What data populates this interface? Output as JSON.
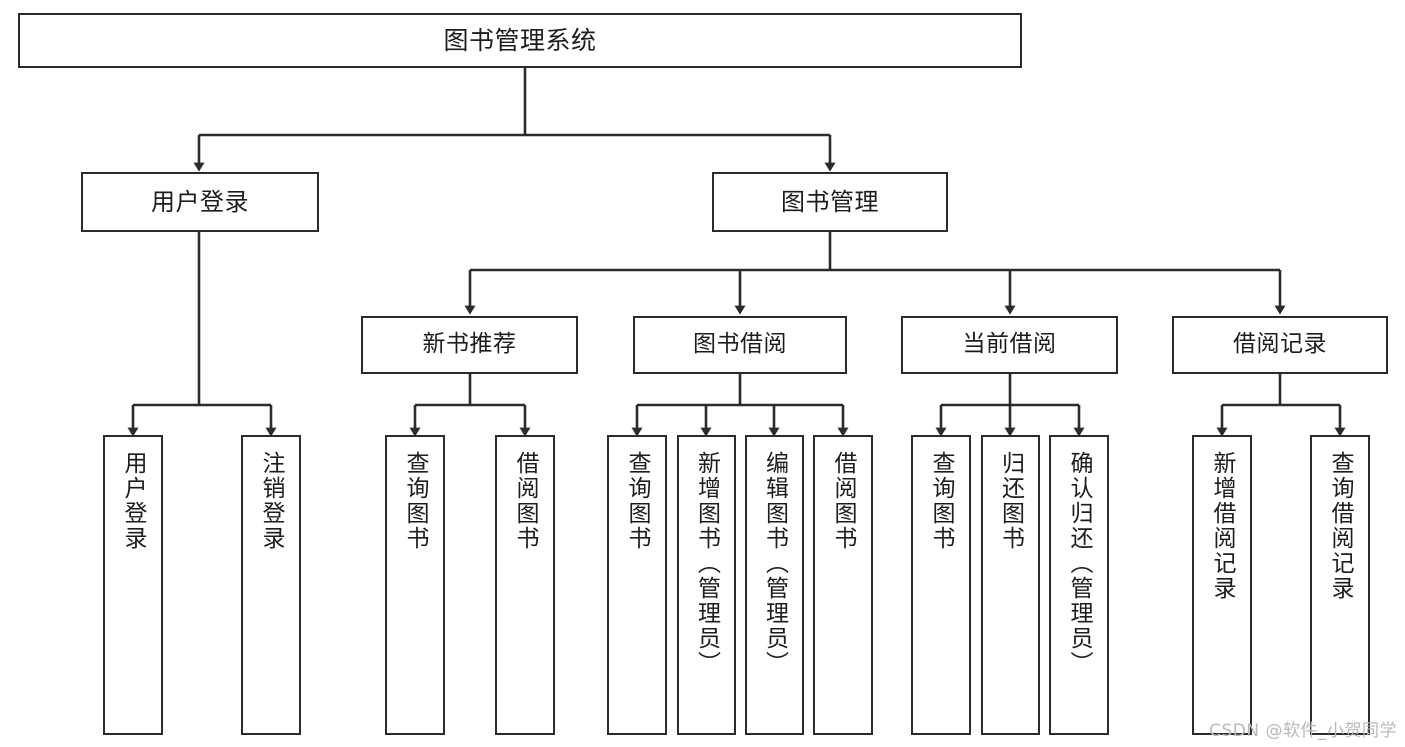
{
  "diagram": {
    "title": "图书管理系统",
    "type": "tree-hierarchy-diagram",
    "watermark": "CSDN @软件_小贺同学",
    "colors": {
      "background": "#ffffff",
      "box_border": "#2b2b2b",
      "box_fill": "#ffffff",
      "edge": "#2b2b2b",
      "text": "#1d1d1d",
      "watermark": "#b9b9b9"
    },
    "root": {
      "id": "root",
      "label": "图书管理系统"
    },
    "level2": [
      {
        "id": "user-login",
        "label": "用户登录"
      },
      {
        "id": "book-manage",
        "label": "图书管理"
      }
    ],
    "level3": [
      {
        "id": "new-book-rec",
        "label": "新书推荐"
      },
      {
        "id": "book-borrow",
        "label": "图书借阅"
      },
      {
        "id": "current-borrow",
        "label": "当前借阅"
      },
      {
        "id": "borrow-record",
        "label": "借阅记录"
      }
    ],
    "leaves": [
      {
        "id": "leaf-user-login",
        "label": "用户登录",
        "parent": "user-login"
      },
      {
        "id": "leaf-logout",
        "label": "注销登录",
        "parent": "user-login"
      },
      {
        "id": "leaf-query-book-1",
        "label": "查询图书",
        "parent": "new-book-rec"
      },
      {
        "id": "leaf-borrow-book-1",
        "label": "借阅图书",
        "parent": "new-book-rec"
      },
      {
        "id": "leaf-query-book-2",
        "label": "查询图书",
        "parent": "book-borrow"
      },
      {
        "id": "leaf-add-book",
        "label": "新增图书（管理员）",
        "parent": "book-borrow"
      },
      {
        "id": "leaf-edit-book",
        "label": "编辑图书（管理员）",
        "parent": "book-borrow"
      },
      {
        "id": "leaf-borrow-book-2",
        "label": "借阅图书",
        "parent": "book-borrow"
      },
      {
        "id": "leaf-query-book-3",
        "label": "查询图书",
        "parent": "current-borrow"
      },
      {
        "id": "leaf-return-book",
        "label": "归还图书",
        "parent": "current-borrow"
      },
      {
        "id": "leaf-confirm-return",
        "label": "确认归还（管理员）",
        "parent": "current-borrow"
      },
      {
        "id": "leaf-add-record",
        "label": "新增借阅记录",
        "parent": "borrow-record"
      },
      {
        "id": "leaf-query-record",
        "label": "查询借阅记录",
        "parent": "borrow-record"
      }
    ]
  }
}
